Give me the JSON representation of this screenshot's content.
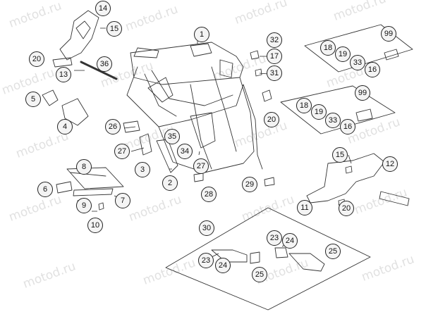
{
  "watermark": "motod.ru",
  "callouts": [
    "14",
    "15",
    "20",
    "13",
    "36",
    "1",
    "32",
    "17",
    "31",
    "99",
    "18",
    "19",
    "33",
    "16",
    "5",
    "4",
    "26",
    "27",
    "35",
    "34",
    "3",
    "2",
    "28",
    "29",
    "99",
    "18",
    "19",
    "33",
    "16",
    "20",
    "8",
    "6",
    "7",
    "9",
    "10",
    "15",
    "12",
    "11",
    "20",
    "30",
    "23",
    "24",
    "25",
    "23",
    "24",
    "25",
    "27"
  ]
}
